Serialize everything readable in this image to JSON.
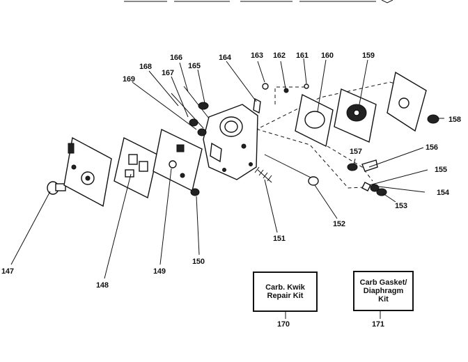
{
  "parts": {
    "p147": "147",
    "p148": "148",
    "p149": "149",
    "p150": "150",
    "p151": "151",
    "p152": "152",
    "p153": "153",
    "p154": "154",
    "p155": "155",
    "p156": "156",
    "p157": "157",
    "p158": "158",
    "p159": "159",
    "p160": "160",
    "p161": "161",
    "p162": "162",
    "p163": "163",
    "p164": "164",
    "p165": "165",
    "p166": "166",
    "p167": "167",
    "p168": "168",
    "p169": "169",
    "p170": "170",
    "p171": "171"
  },
  "kits": {
    "repair_kit": {
      "line1": "Carb. Kwik",
      "line2": "Repair Kit"
    },
    "gasket_kit": {
      "line1": "Carb Gasket/",
      "line2": "Diaphragm",
      "line3": "Kit"
    }
  }
}
